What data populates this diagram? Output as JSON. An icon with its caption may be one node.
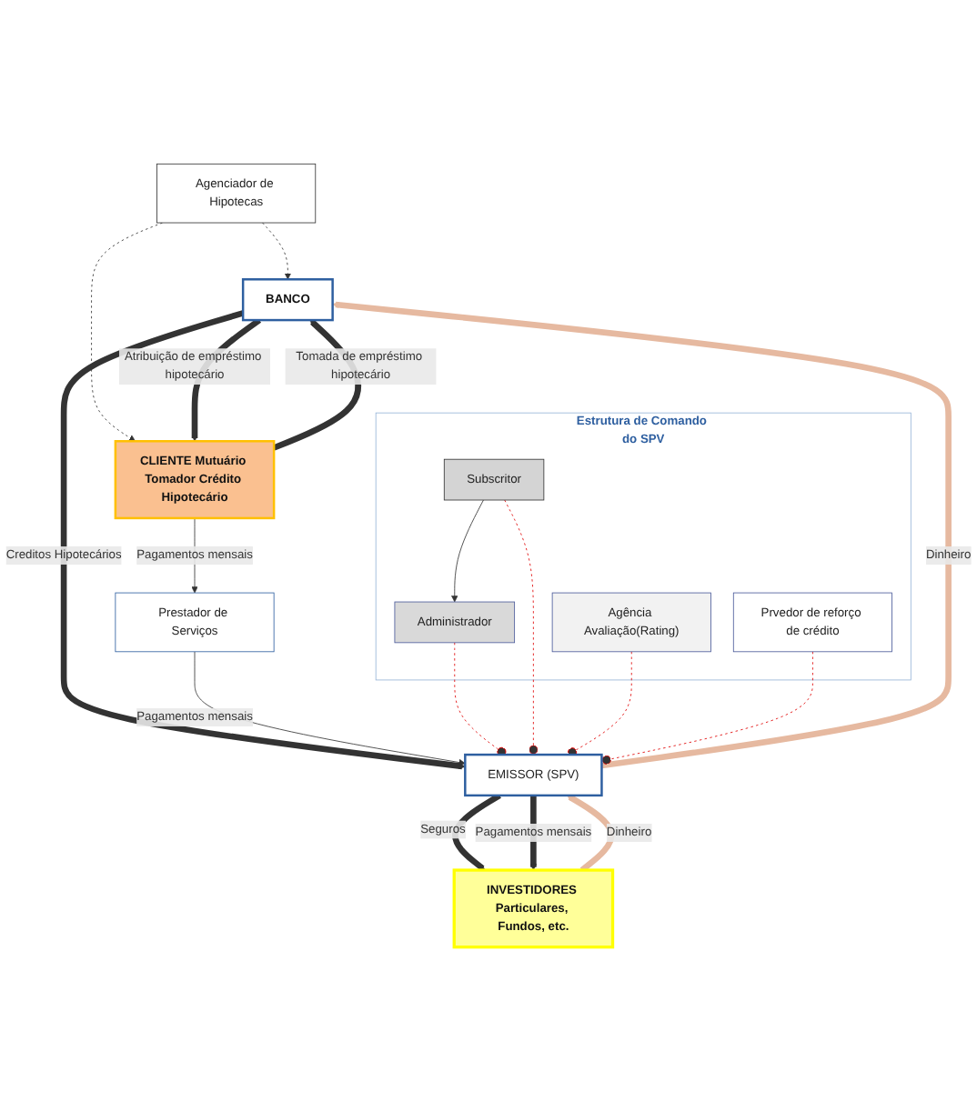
{
  "diagram": {
    "nodes": [
      {
        "text": [
          "Agenciador de Hipotecas"
        ]
      },
      {
        "text": [
          "BANCO"
        ]
      },
      {
        "text": [
          "CLIENTE Mutuário Tomador Crédito Hipotecário"
        ]
      },
      {
        "text": [
          "Prestador de Serviços"
        ]
      },
      {
        "text": [
          "EMISSOR (SPV)"
        ]
      },
      {
        "text": [
          "Estrutura de Comando do SPV"
        ]
      },
      {
        "text": [
          "Administrador"
        ],
        "in": 5
      },
      {
        "text": [
          "Subscritor"
        ],
        "in": 5
      },
      {
        "text": [
          "Agência Avaliação(Rating)"
        ],
        "in": 5
      },
      {
        "text": [
          "Prvedor de reforço de crédito"
        ],
        "in": 5
      },
      {
        "text": [
          "INVESTIDORES Particulares, Fundos, etc."
        ]
      }
    ],
    "edges": [
      {
        "from": 0,
        "to": 1,
        "arrow": "to",
        "style": "dashed"
      },
      {
        "from": 0,
        "to": 2,
        "arrow": "to",
        "style": "dashed"
      },
      {
        "from": 1,
        "to": 2,
        "arrow": "to",
        "label": "Atribuição de empréstimo hipotecário",
        "style": "thick"
      },
      {
        "from": 2,
        "to": 1,
        "arrow": "to",
        "label": "Tomada de empréstimo hipotecário",
        "style": "thick"
      },
      {
        "from": 2,
        "to": 3,
        "arrow": "to",
        "label": "Pagamentos mensais"
      },
      {
        "from": 1,
        "to": 4,
        "arrow": "to",
        "label": "Creditos Hipotecários",
        "style": "thick"
      },
      {
        "from": 4,
        "to": 1,
        "arrow": "to",
        "label": "Dinheiro",
        "style": "thick",
        "color": "#e6b9a0"
      },
      {
        "from": 3,
        "to": 4,
        "arrow": "to",
        "label": "Pagamentos mensais"
      },
      {
        "from": 4,
        "to": 6,
        "arrow": "other",
        "style": "dashed",
        "color": "#e00000"
      },
      {
        "from": 4,
        "to": 7,
        "arrow": "other",
        "style": "dashed",
        "color": "#e00000"
      },
      {
        "from": 4,
        "to": 8,
        "arrow": "other",
        "style": "dashed",
        "color": "#e00000"
      },
      {
        "from": 4,
        "to": 9,
        "arrow": "other",
        "style": "dashed",
        "color": "#e00000"
      },
      {
        "from": 7,
        "to": 6,
        "arrow": "to"
      },
      {
        "from": 10,
        "to": 4,
        "arrow": "to",
        "label": "Dinheiro",
        "style": "thick",
        "color": "#e6b9a0"
      },
      {
        "from": 4,
        "to": 10,
        "arrow": "to",
        "label": "Seguros",
        "style": "thick"
      },
      {
        "from": 4,
        "to": 10,
        "arrow": "to",
        "label": "Pagamentos mensais",
        "style": "thick"
      }
    ]
  }
}
